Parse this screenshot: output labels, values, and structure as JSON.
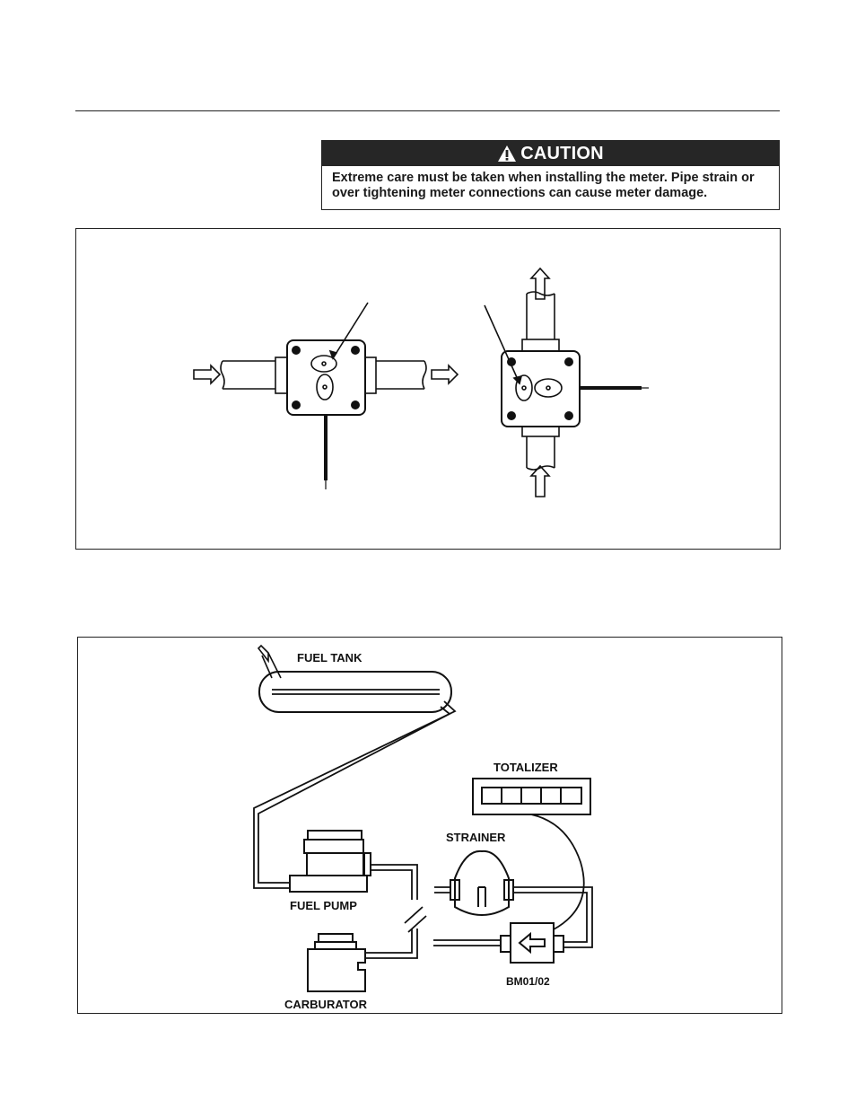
{
  "caution": {
    "title": "CAUTION",
    "text": "Extreme care must be taken when installing the meter. Pipe strain or over tightening meter connections can cause meter damage."
  },
  "installation_diagram": {
    "labels": {
      "fuel_tank": "FUEL TANK",
      "totalizer": "TOTALIZER",
      "strainer": "STRAINER",
      "fuel_pump": "FUEL PUMP",
      "carburator": "CARBURATOR",
      "model": "BM01/02"
    }
  },
  "icons": [
    "warning-triangle-icon"
  ]
}
